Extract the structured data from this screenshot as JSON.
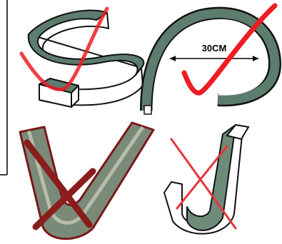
{
  "figure": {
    "panels": [
      {
        "position": "top-left",
        "shape": "S-shaped profile bend",
        "mark": "check"
      },
      {
        "position": "top-right",
        "shape": "circular profile bend",
        "mark": "check"
      },
      {
        "position": "bottom-left",
        "shape": "V-shaped profile bend",
        "mark": "cross"
      },
      {
        "position": "bottom-right",
        "shape": "J-shaped profile bend",
        "mark": "cross"
      }
    ],
    "dimension_label": "30CM"
  },
  "colors": {
    "profile_fill": "#5c7c6e",
    "profile_top": "#ffffff",
    "outline": "#111111",
    "check_mark": "#ee1c24",
    "cross_mark_dark": "#8a1c1c",
    "cross_mark_light": "#e8343c",
    "frame_line": "#000000"
  }
}
